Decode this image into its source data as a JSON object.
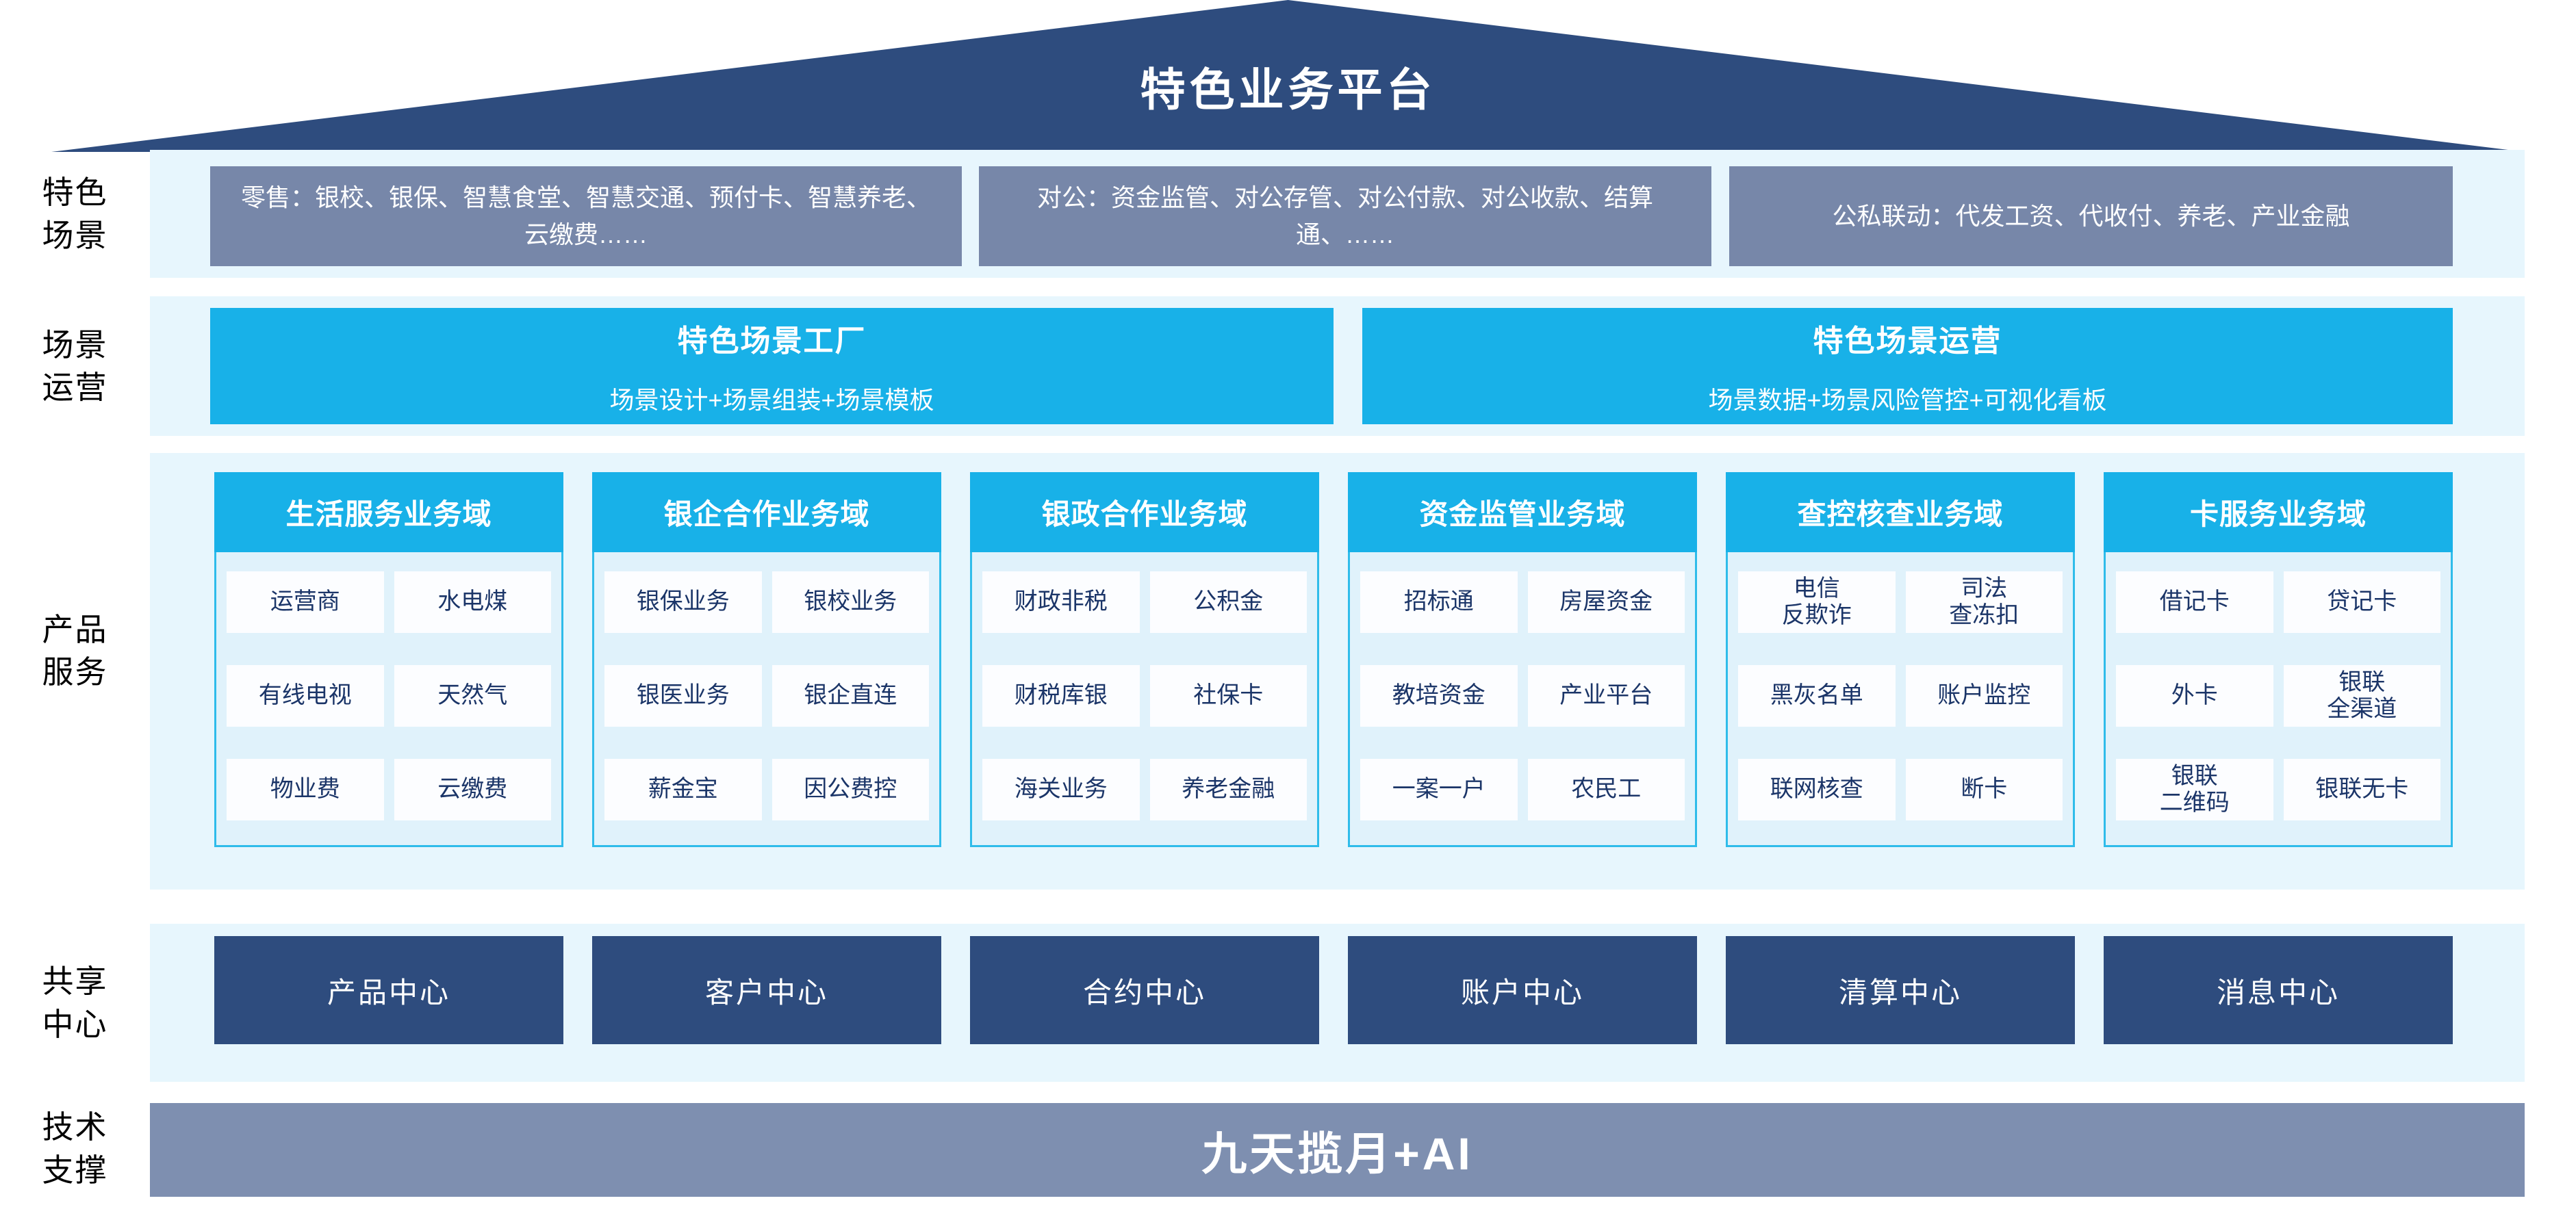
{
  "roof": {
    "title": "特色业务平台"
  },
  "colors": {
    "roof_navy": "#2E4C7E",
    "scene_gray": "#7787A9",
    "accent_cyan": "#18B1E8",
    "column_border_cyan": "#2FBCEA",
    "panel_pale_blue": "#E7F6FD",
    "column_body_blue": "#E0F2FB",
    "cell_text_navy": "#1B3568",
    "tech_bar_gray": "#7E8FB0"
  },
  "sections": {
    "scenes": {
      "label": "特色\n场景",
      "boxes": [
        "零售：银校、银保、智慧食堂、智慧交通、预付卡、智慧养老、云缴费……",
        "对公：资金监管、对公存管、对公付款、对公收款、结算通、……",
        "公私联动：代发工资、代收付、养老、产业金融"
      ]
    },
    "operation": {
      "label": "场景\n运营",
      "boxes": [
        {
          "title": "特色场景工厂",
          "subtitle": "场景设计+场景组装+场景模板"
        },
        {
          "title": "特色场景运营",
          "subtitle": "场景数据+场景风险管控+可视化看板"
        }
      ]
    },
    "products": {
      "label": "产品\n服务",
      "columns": [
        {
          "header": "生活服务业务域",
          "cells": [
            [
              "运营商",
              "水电煤"
            ],
            [
              "有线电视",
              "天然气"
            ],
            [
              "物业费",
              "云缴费"
            ]
          ]
        },
        {
          "header": "银企合作业务域",
          "cells": [
            [
              "银保业务",
              "银校业务"
            ],
            [
              "银医业务",
              "银企直连"
            ],
            [
              "薪金宝",
              "因公费控"
            ]
          ]
        },
        {
          "header": "银政合作业务域",
          "cells": [
            [
              "财政非税",
              "公积金"
            ],
            [
              "财税库银",
              "社保卡"
            ],
            [
              "海关业务",
              "养老金融"
            ]
          ]
        },
        {
          "header": "资金监管业务域",
          "cells": [
            [
              "招标通",
              "房屋资金"
            ],
            [
              "教培资金",
              "产业平台"
            ],
            [
              "一案一户",
              "农民工"
            ]
          ]
        },
        {
          "header": "查控核查业务域",
          "cells": [
            [
              "电信\n反欺诈",
              "司法\n查冻扣"
            ],
            [
              "黑灰名单",
              "账户监控"
            ],
            [
              "联网核查",
              "断卡"
            ]
          ]
        },
        {
          "header": "卡服务业务域",
          "cells": [
            [
              "借记卡",
              "贷记卡"
            ],
            [
              "外卡",
              "银联\n全渠道"
            ],
            [
              "银联\n二维码",
              "银联无卡"
            ]
          ]
        }
      ]
    },
    "shared": {
      "label": "共享\n中心",
      "centers": [
        "产品中心",
        "客户中心",
        "合约中心",
        "账户中心",
        "清算中心",
        "消息中心"
      ]
    },
    "tech": {
      "label": "技术\n支撑",
      "bar": "九天揽月+AI"
    }
  }
}
